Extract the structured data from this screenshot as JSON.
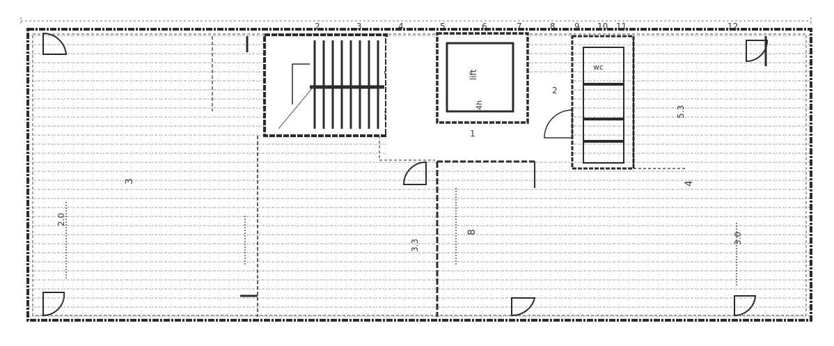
{
  "diagram": {
    "type": "architectural-floor-plan",
    "style": "faded-photocopy",
    "colors": {
      "ink": "#2b2b2b",
      "faint_ink": "#8a8a8a",
      "paper": "#ffffff"
    },
    "top_numbers": [
      "2",
      "3",
      "4",
      "5",
      "6",
      "7",
      "8",
      "9",
      "10",
      "11",
      "12"
    ],
    "labels": {
      "stair_top": "8",
      "stair_bottom": "4h",
      "lift": "lift",
      "hall_1": "1",
      "hall_2": "2",
      "wc": "wc",
      "left_room": "3",
      "left_room_area": "2.0",
      "center_room": "8",
      "center_room_area": "3.3",
      "right_room": "4",
      "right_room_area": "5.3",
      "bottom_right": "3.0"
    }
  }
}
